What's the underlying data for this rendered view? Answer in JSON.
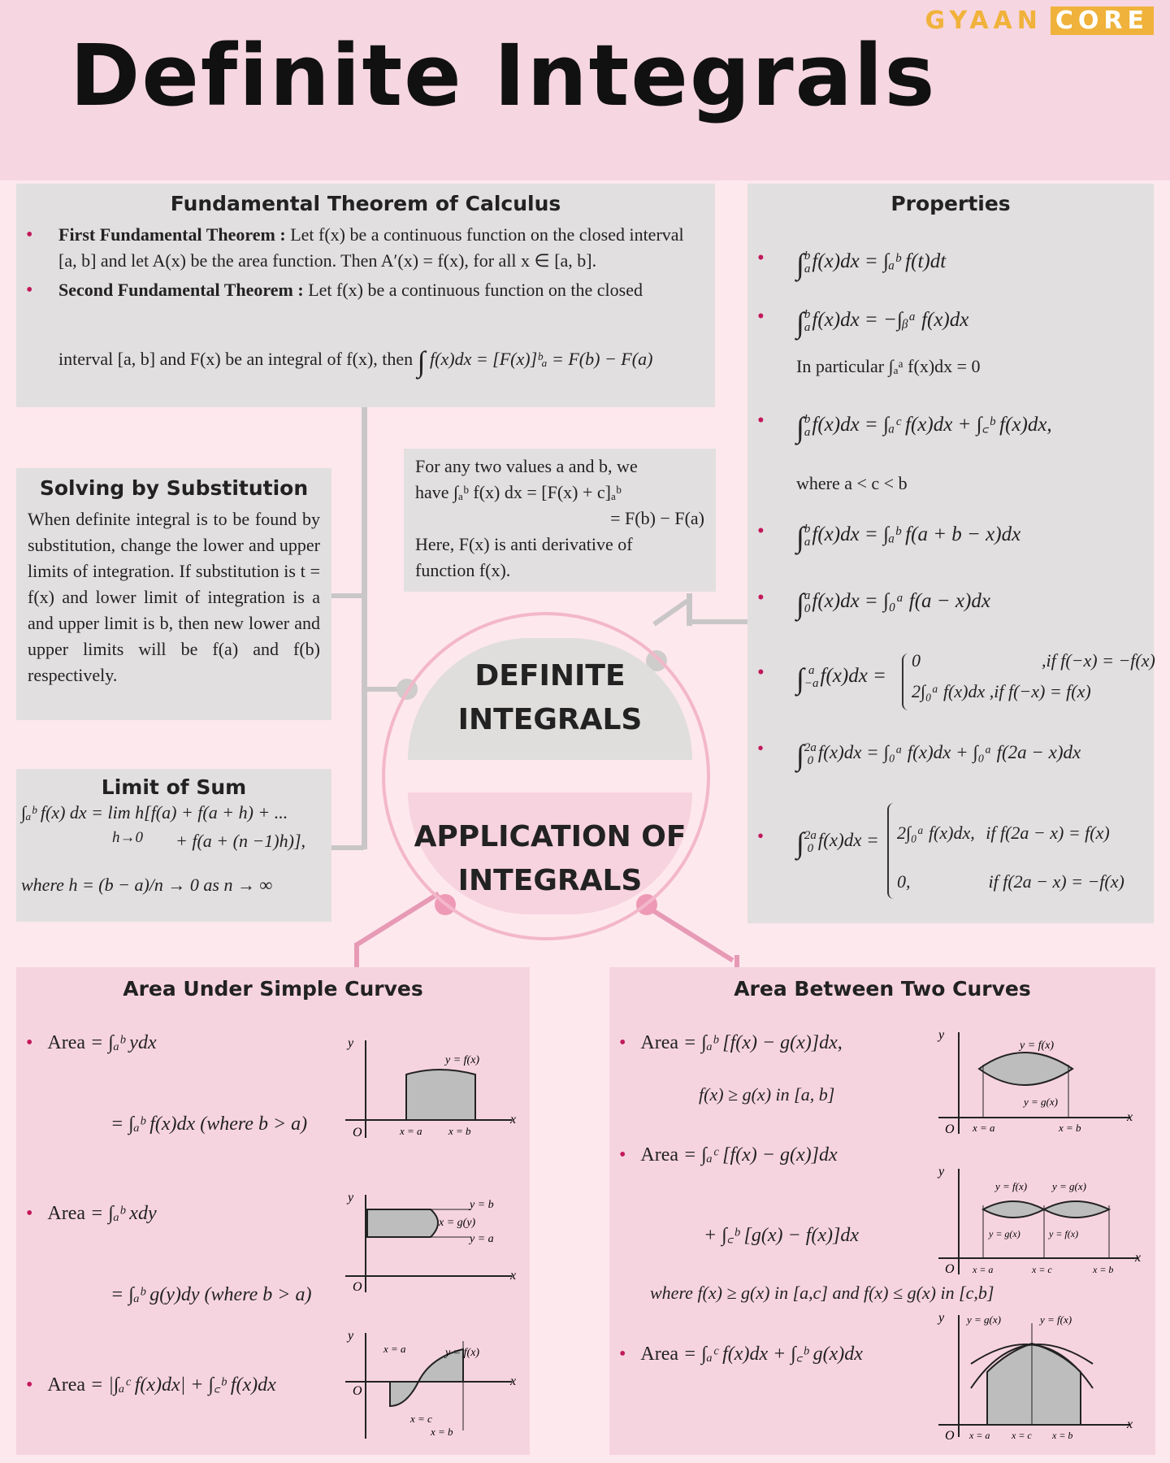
{
  "brand": {
    "part1": "GYAAN",
    "part2": "CORE"
  },
  "title": "Definite Integrals",
  "ftc": {
    "heading": "Fundamental Theorem of Calculus",
    "first_label": "First Fundamental Theorem :",
    "first_text": "Let f(x) be a continuous function on the closed interval [a, b] and let A(x) be the area function. Then A′(x) = f(x), for all x ∈ [a, b].",
    "second_label": "Second Fundamental Theorem :",
    "second_text": "Let f(x) be a continuous function on the closed",
    "second_text2": "interval [a, b] and F(x) be an integral of f(x), then",
    "second_formula": "f(x)dx = [F(x)]ᵇₐ = F(b) − F(a)"
  },
  "substitution": {
    "heading": "Solving by Substitution",
    "text": "When definite integral is to be found by substitution, change the lower and upper limits of integration. If substitution is t = f(x) and lower limit of integration is a and upper limit is b, then new lower and upper limits will be f(a) and f(b) respectively."
  },
  "note": {
    "line1": "For any two values a and b, we",
    "line2": "have ∫ₐᵇ f(x) dx = [F(x) + c]ₐᵇ",
    "line3": "= F(b) − F(a)",
    "line4": "Here, F(x) is anti derivative of",
    "line5": "function f(x)."
  },
  "limit_sum": {
    "heading": "Limit of Sum",
    "line1": "∫ₐᵇ f(x) dx = lim h[f(a) + f(a + h) + ...",
    "sub": "h→0",
    "line2": "+ f(a + (n −1)h)],",
    "line3": "where h = (b − a)/n → 0 as n → ∞"
  },
  "center": {
    "top1": "DEFINITE",
    "top2": "INTEGRALS",
    "bot1": "APPLICATION OF",
    "bot2": "INTEGRALS"
  },
  "properties": {
    "heading": "Properties",
    "p1": "f(x)dx = ∫ₐᵇ f(t)dt",
    "p2": "f(x)dx = −∫ᵦᵃ f(x)dx",
    "p2b": "In particular ∫ₐᵃ f(x)dx = 0",
    "p3": "f(x)dx = ∫ₐᶜ f(x)dx + ∫꜀ᵇ f(x)dx,",
    "p3b": "where a < c < b",
    "p4": "f(x)dx = ∫ₐᵇ f(a + b − x)dx",
    "p5": "f(x)dx = ∫₀ᵃ f(a − x)dx",
    "p6": "f(x)dx =",
    "p6a": "0",
    "p6a_cond": ",if f(−x) = −f(x)",
    "p6b": "2∫₀ᵃ f(x)dx",
    "p6b_cond": ",if f(−x) = f(x)",
    "p7": "f(x)dx = ∫₀ᵃ f(x)dx + ∫₀ᵃ f(2a − x)dx",
    "p8": "f(x)dx =",
    "p8a": "2∫₀ᵃ f(x)dx,",
    "p8a_cond": "if f(2a − x) = f(x)",
    "p8b": "0,",
    "p8b_cond": "if f(2a − x) = −f(x)"
  },
  "area_simple": {
    "heading": "Area Under Simple Curves",
    "area": "Area",
    "f1": "= ∫ₐᵇ ydx",
    "f1b": "= ∫ₐᵇ f(x)dx  (where b > a)",
    "f2": "= ∫ₐᵇ xdy",
    "f2b": "= ∫ₐᵇ g(y)dy  (where b > a)",
    "f3": "= |∫ₐᶜ f(x)dx| + ∫꜀ᵇ f(x)dx",
    "g1": {
      "y": "y",
      "o": "O",
      "x": "x",
      "curve": "y = f(x)",
      "xa": "x = a",
      "xb": "x = b"
    },
    "g2": {
      "y": "y",
      "o": "O",
      "x": "x",
      "yb": "y = b",
      "xg": "x = g(y)",
      "ya": "y = a"
    },
    "g3": {
      "y": "y",
      "o": "O",
      "x": "x",
      "xa": "x = a",
      "curve": "y = f(x)",
      "xc": "x = c",
      "xb": "x = b"
    }
  },
  "area_between": {
    "heading": "Area Between Two Curves",
    "area": "Area",
    "f1": "= ∫ₐᵇ [f(x) − g(x)]dx,",
    "f1b": "f(x) ≥ g(x) in [a, b]",
    "f2": "= ∫ₐᶜ [f(x) − g(x)]dx",
    "f2b": "+ ∫꜀ᵇ [g(x) − f(x)]dx",
    "f2c": "where f(x) ≥ g(x) in [a,c] and f(x) ≤ g(x) in [c,b]",
    "f3": "= ∫ₐᶜ f(x)dx + ∫꜀ᵇ g(x)dx",
    "g1": {
      "y": "y",
      "o": "O",
      "x": "x",
      "f": "y = f(x)",
      "g": "y = g(x)",
      "xa": "x = a",
      "xb": "x = b"
    },
    "g2": {
      "y": "y",
      "o": "O",
      "x": "x",
      "f": "y = f(x)",
      "g": "y = g(x)",
      "g2": "y = g(x)",
      "f2": "y = f(x)",
      "xa": "x = a",
      "xc": "x = c",
      "xb": "x = b"
    },
    "g3": {
      "y": "y",
      "o": "O",
      "x": "x",
      "g": "y = g(x)",
      "f": "y = f(x)",
      "xa": "x = a",
      "xc": "x = c",
      "xb": "x = b"
    }
  }
}
